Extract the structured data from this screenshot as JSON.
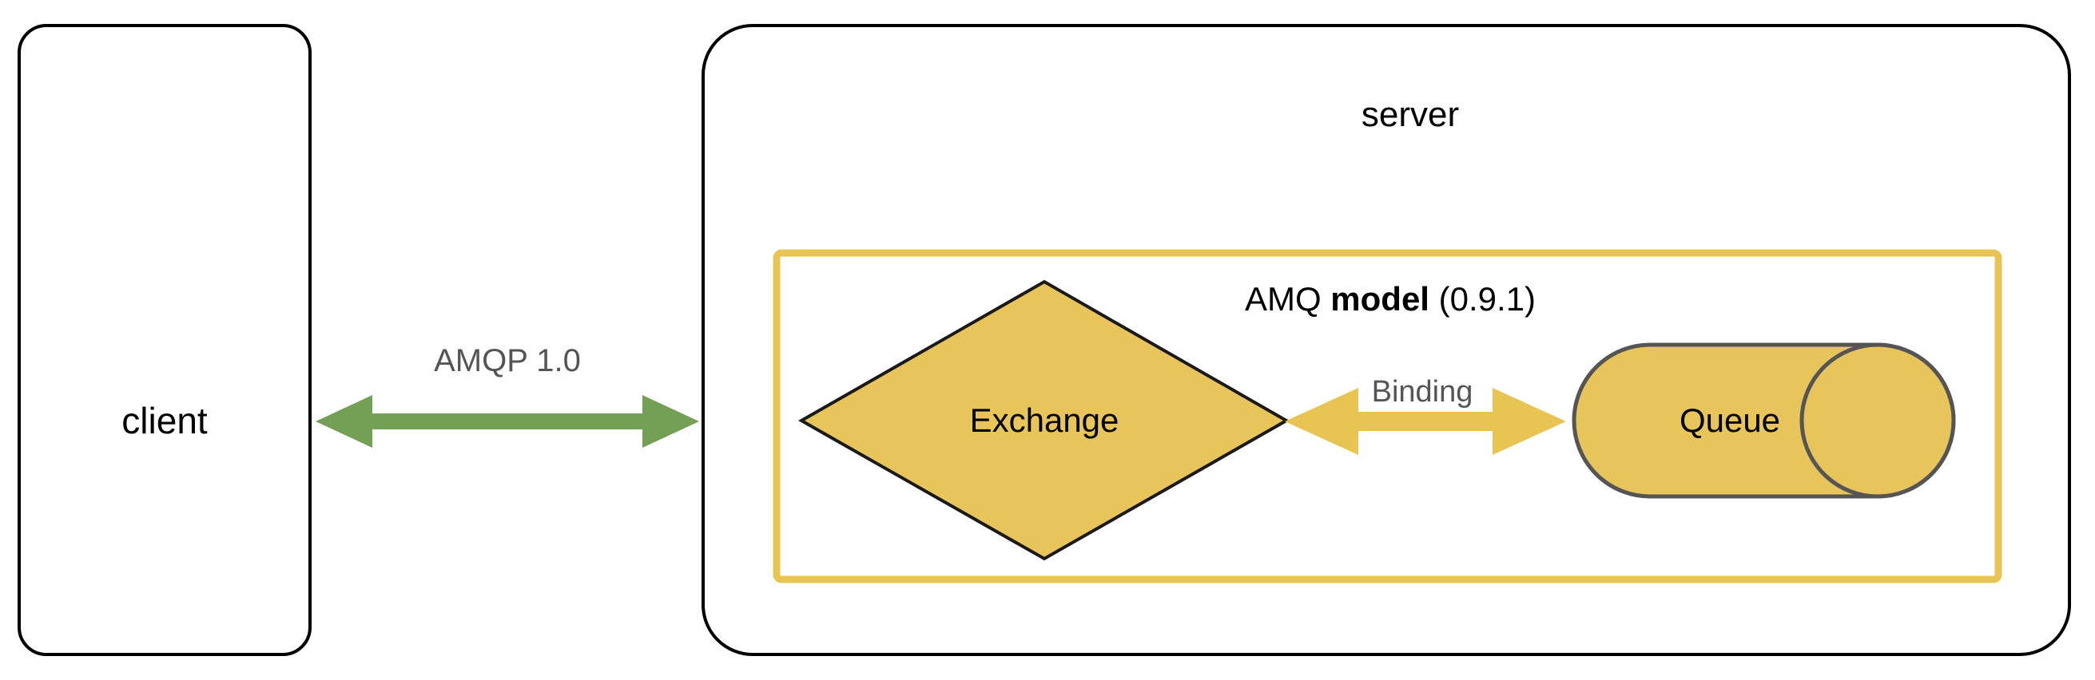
{
  "diagram": {
    "title": "AMQP client-server protocol and AMQ model",
    "colors": {
      "stroke_black": "#000000",
      "stroke_gray": "#555555",
      "amq_yellow_fill": "#E8C55A",
      "amq_yellow_border": "#E8C452",
      "green_arrow": "#72A055",
      "background": "#FFFFFF",
      "label_gray": "#555555"
    }
  },
  "client": {
    "label": "client"
  },
  "server": {
    "label": "server"
  },
  "protocol_link": {
    "label": "AMQP 1.0",
    "icon": "double-headed-arrow-icon",
    "direction": "bidirectional"
  },
  "amq_model": {
    "title_prefix": "AMQ ",
    "title_bold": "model",
    "title_suffix": " (0.9.1)"
  },
  "exchange": {
    "label": "Exchange",
    "shape": "diamond-icon"
  },
  "binding": {
    "label": "Binding",
    "icon": "double-headed-arrow-icon",
    "direction": "bidirectional"
  },
  "queue": {
    "label": "Queue",
    "shape": "cylinder-icon"
  }
}
